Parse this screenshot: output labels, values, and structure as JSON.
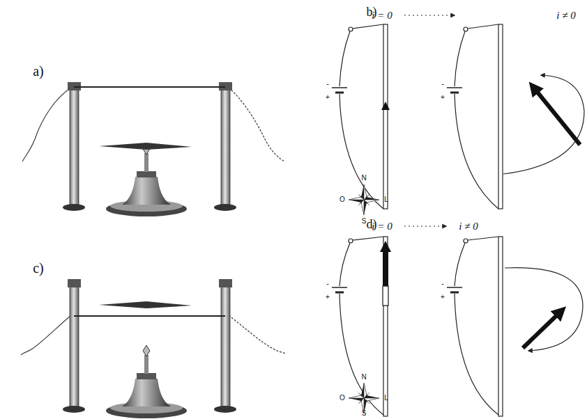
{
  "diagram": {
    "labels": [
      "a)",
      "c)",
      "b)",
      "i = 0",
      "i ≠ 0",
      "d)",
      "i = 0",
      "i ≠ 0",
      "N",
      "S",
      "O",
      "L",
      "N",
      "S",
      "O",
      "L",
      "-",
      "+",
      "-",
      "+",
      "-",
      "+",
      "-",
      "+"
    ]
  }
}
